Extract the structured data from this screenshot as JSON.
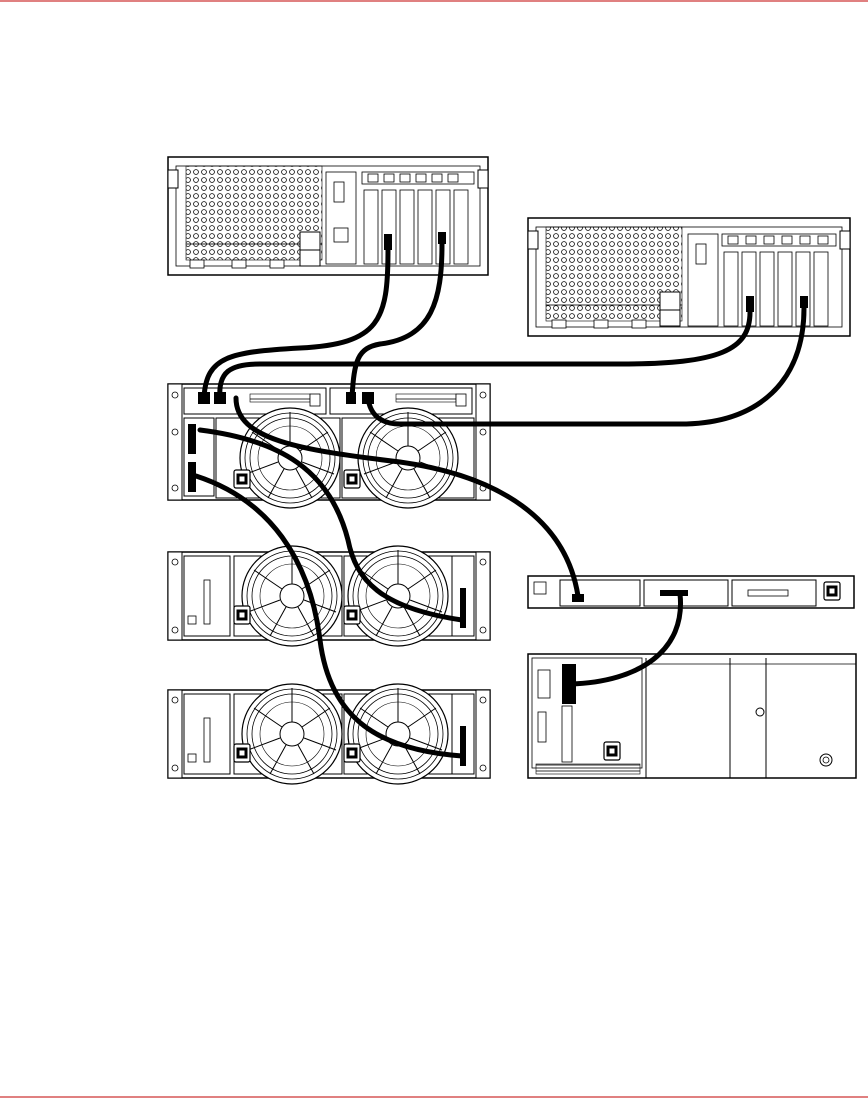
{
  "page": {
    "rule_color": "#e08080",
    "background": "#ffffff"
  },
  "diagram": {
    "type": "rack cabling diagram",
    "line_color": "#000000",
    "fill_color": "#ffffff",
    "devices": [
      {
        "id": "server-1",
        "kind": "4U rack server"
      },
      {
        "id": "server-2",
        "kind": "4U rack server"
      },
      {
        "id": "controller-enclosure",
        "kind": "storage controller enclosure",
        "fans": 2
      },
      {
        "id": "disk-enclosure-1",
        "kind": "disk enclosure",
        "fans": 2
      },
      {
        "id": "disk-enclosure-2",
        "kind": "disk enclosure",
        "fans": 2
      },
      {
        "id": "management-appliance",
        "kind": "1U appliance"
      },
      {
        "id": "tape-library",
        "kind": "tape library"
      }
    ],
    "cables": [
      {
        "from": "server-1",
        "to": "controller-enclosure"
      },
      {
        "from": "server-1",
        "to": "controller-enclosure"
      },
      {
        "from": "server-2",
        "to": "controller-enclosure"
      },
      {
        "from": "server-2",
        "to": "controller-enclosure"
      },
      {
        "from": "controller-enclosure",
        "to": "management-appliance"
      },
      {
        "from": "controller-enclosure",
        "to": "disk-enclosure-1"
      },
      {
        "from": "controller-enclosure",
        "to": "disk-enclosure-2"
      },
      {
        "from": "management-appliance",
        "to": "tape-library"
      }
    ]
  }
}
